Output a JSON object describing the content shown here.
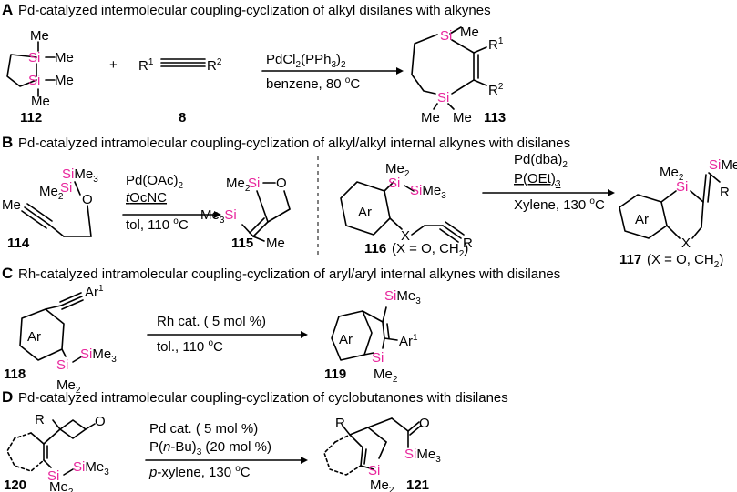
{
  "sections": {
    "A": {
      "letter": "A",
      "title": "Pd-catalyzed intermolecular coupling-cyclization of alkyl disilanes with alkynes"
    },
    "B": {
      "letter": "B",
      "title": "Pd-catalyzed intramolecular coupling-cyclization of alkyl/alkyl internal alkynes with disilanes"
    },
    "C": {
      "letter": "C",
      "title": "Rh-catalyzed intramolecular coupling-cyclization of aryl/aryl internal alkynes with disilanes"
    },
    "D": {
      "letter": "D",
      "title": "Pd-catalyzed intramolecular coupling-cyclization of cyclobutanones with disilanes"
    }
  },
  "compounds": {
    "c112": "112",
    "c8": "8",
    "c113": "113",
    "c114": "114",
    "c115": "115",
    "c116": "116",
    "c116_note": "(X = O, CH2)",
    "c117": "117",
    "c117_note": "(X = O, CH2)",
    "c118": "118",
    "c119": "119",
    "c120": "120",
    "c121": "121"
  },
  "conditions": {
    "A_top": "PdCl2(PPh3)2",
    "A_bottom": "benzene, 80 oC",
    "B1_top1": "Pd(OAc)2",
    "B1_top2": "tOcNC",
    "B1_bottom": "tol, 110 oC",
    "B2_top1": "Pd(dba)2",
    "B2_top2": "P(OEt)3",
    "B2_bottom": "Xylene, 130 oC",
    "C_top": "Rh cat. ( 5 mol %)",
    "C_bottom": "tol., 110 oC",
    "D_top1": "Pd cat. ( 5 mol %)",
    "D_top2": "P(n-Bu)3 (20 mol %)",
    "D_bottom": "p-xylene, 130 oC"
  },
  "labels": {
    "me": "Me",
    "si": "Si",
    "me2": "Me2",
    "sime3": "SiMe3",
    "me3si": "Me3Si",
    "ar": "Ar",
    "ar1": "Ar1",
    "r": "R",
    "r1": "R1",
    "r2": "R2",
    "o": "O",
    "x": "X",
    "plus": "+",
    "si_me": "Si-Me"
  }
}
